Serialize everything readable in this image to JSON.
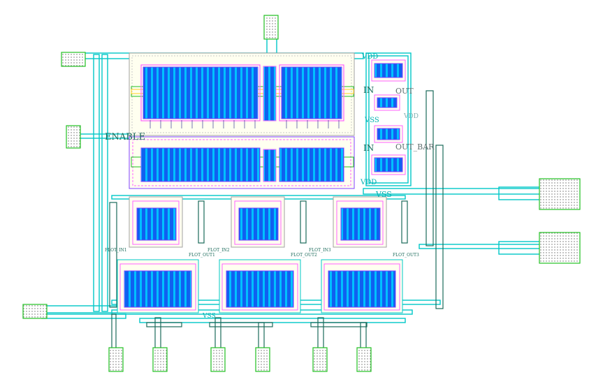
{
  "labels": {
    "vdd_top": "VDD",
    "vdd_bottom": "VDD",
    "vss_mid": "VSS",
    "vss_right": "VSS",
    "enable": "ENABLE",
    "in_top": "IN",
    "out": "OUT",
    "in_bottom": "IN",
    "out_bar": "OUT_BAR",
    "flot_in1": "FLOT_IN1",
    "flot_in2": "FLOT_IN2",
    "flot_in3": "FLOT_IN3",
    "flot_out1": "FLOT_OUT1",
    "flot_out2": "FLOT_OUT2",
    "flot_out3": "FLOT_OUT3",
    "vdd_small": "VDD",
    "vss_bottom": "VSS"
  },
  "colors": {
    "metal1": "#00c8c8",
    "metal2": "#1a6a5a",
    "pad": "#22c022",
    "diffusion": "#1040e0",
    "poly": "#00a0ff",
    "well": "#ffffe0",
    "nwell_border": "#a0a0a0",
    "implant": "#ff60ff",
    "contact": "#ffd020",
    "select": "#8040ff"
  }
}
